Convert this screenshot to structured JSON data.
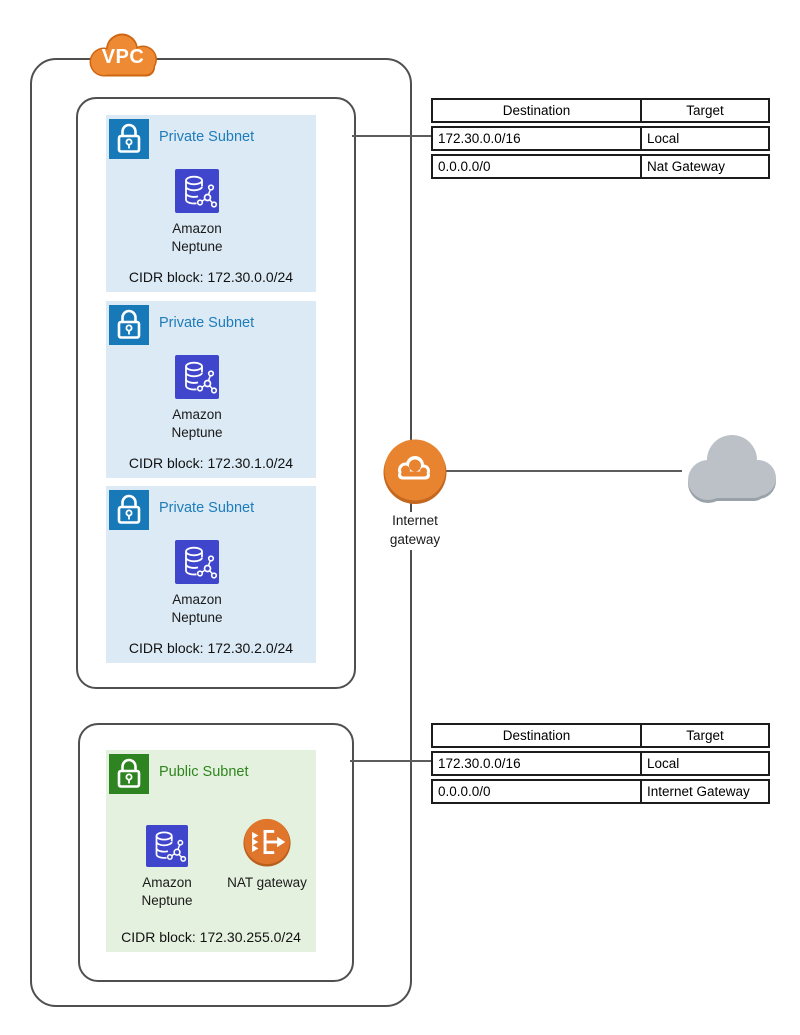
{
  "vpc": {
    "label": "VPC"
  },
  "internet_gateway": {
    "label": "Internet gateway"
  },
  "subnets": [
    {
      "title": "Private Subnet",
      "cidr": "CIDR block: 172.30.0.0/24",
      "services": [
        {
          "name": "Amazon Neptune"
        }
      ]
    },
    {
      "title": "Private Subnet",
      "cidr": "CIDR block: 172.30.1.0/24",
      "services": [
        {
          "name": "Amazon Neptune"
        }
      ]
    },
    {
      "title": "Private Subnet",
      "cidr": "CIDR block: 172.30.2.0/24",
      "services": [
        {
          "name": "Amazon Neptune"
        }
      ]
    },
    {
      "title": "Public Subnet",
      "cidr": "CIDR block: 172.30.255.0/24",
      "services": [
        {
          "name": "Amazon Neptune"
        },
        {
          "name": "NAT gateway"
        }
      ]
    }
  ],
  "route_tables": [
    {
      "headers": [
        "Destination",
        "Target"
      ],
      "rows": [
        [
          "172.30.0.0/16",
          "Local"
        ],
        [
          "0.0.0.0/0",
          "Nat Gateway"
        ]
      ]
    },
    {
      "headers": [
        "Destination",
        "Target"
      ],
      "rows": [
        [
          "172.30.0.0/16",
          "Local"
        ],
        [
          "0.0.0.0/0",
          "Internet Gateway"
        ]
      ]
    }
  ],
  "colors": {
    "private_subnet_bg": "#dbeaf5",
    "private_accent": "#1e7cbb",
    "private_lock_bg": "#1779b8",
    "public_subnet_bg": "#e5f1df",
    "public_accent": "#2f861e",
    "public_lock_bg": "#2e8420",
    "neptune_icon_bg": "#4046cb",
    "aws_orange": "#e8842f",
    "nat_orange": "#e0762c",
    "vpc_cloud_orange": "#ee8a33",
    "internet_cloud_gray": "#bbc1c7",
    "container_border": "#4f4f4f"
  }
}
